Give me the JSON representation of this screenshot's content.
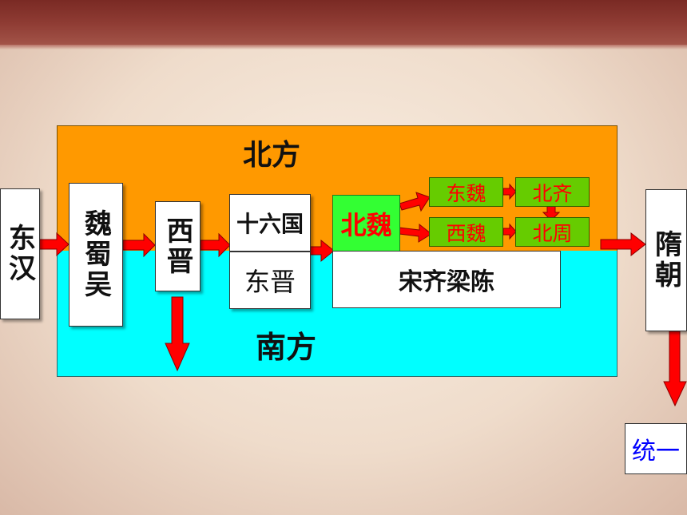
{
  "regions": {
    "north_label": "北方",
    "south_label": "南方"
  },
  "nodes": {
    "dong_han": "东汉",
    "wei_shu_wu": "魏蜀吴",
    "xi_jin": "西晋",
    "shiliu_guo": "十六国",
    "dong_jin": "东晋",
    "bei_wei": "北魏",
    "dong_wei": "东魏",
    "bei_qi": "北齐",
    "xi_wei": "西魏",
    "bei_zhou": "北周",
    "song_qi_liang_chen": "宋齐梁陈",
    "sui_chao": "隋朝",
    "tong_yi": "统一"
  },
  "colors": {
    "north": "#ff9900",
    "south": "#00ffff",
    "arrow": "#ff0000",
    "green_box": "#66cc00",
    "bei_wei_box": "#33ff33",
    "tong_yi_text": "#0000ff"
  }
}
